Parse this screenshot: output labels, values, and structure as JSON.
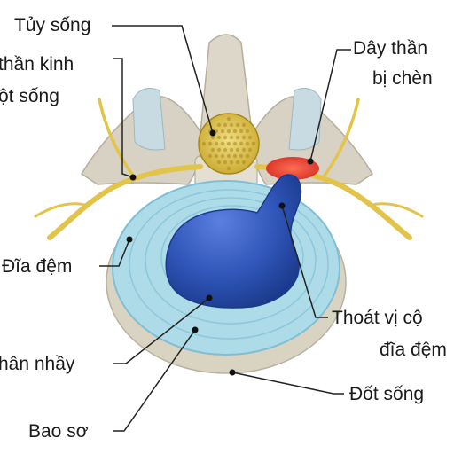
{
  "labels": {
    "tuy_song": "Tủy sống",
    "than_kinh_line1": "thần kinh",
    "than_kinh_line2": "ột sống",
    "day_than_line1": "Dây thần",
    "day_than_line2": "bị chèn",
    "dia_dem": "Đĩa đệm",
    "thoat_vi_line1": "Thoát vị cộ",
    "thoat_vi_line2": "đĩa đệm",
    "nhan_nhay": "hân nhầy",
    "dot_song": "Đốt sống",
    "bao_so": "Bao sơ"
  },
  "colors": {
    "bone": "#d9d3c2",
    "disc_outer": "#aedbe8",
    "disc_ring": "#7fbfd6",
    "nucleus": "#2f55b8",
    "nerve": "#e3c44a",
    "compressed": "#e8322e",
    "leader": "#222222"
  }
}
